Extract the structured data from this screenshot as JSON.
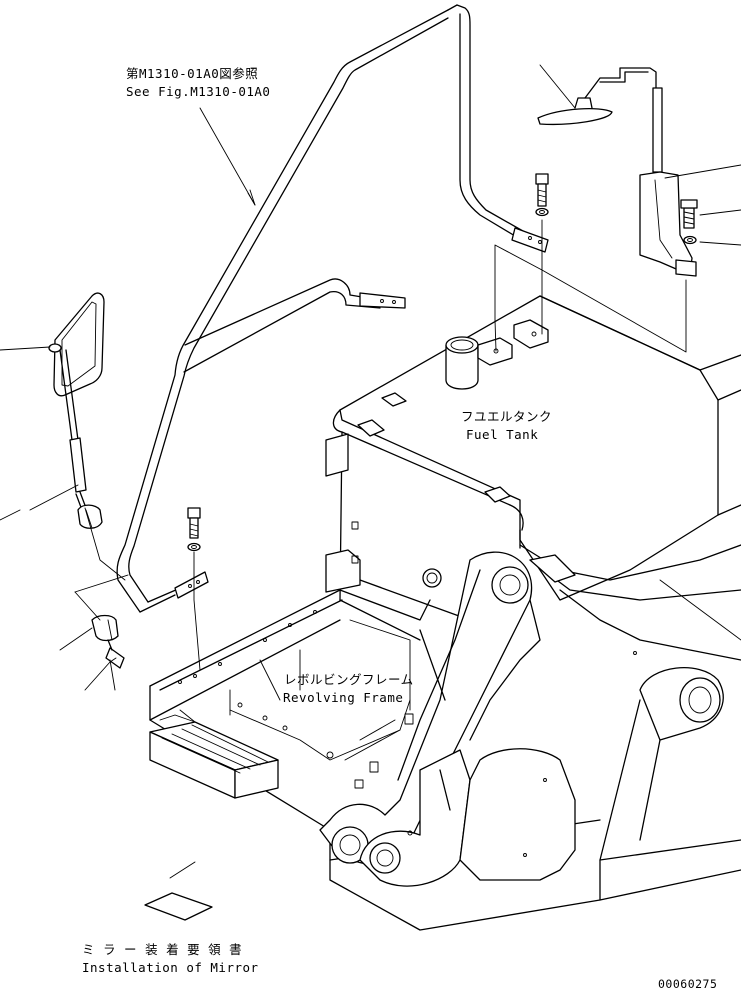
{
  "labels": {
    "see_fig_jp": "第M1310-01A0図参照",
    "see_fig_en": "See Fig.M1310-01A0",
    "fuel_tank_jp": "フユエルタンク",
    "fuel_tank_en": "Fuel Tank",
    "revolving_frame_jp": "レボルビングフレーム",
    "revolving_frame_en": "Revolving Frame",
    "instruction_jp": "ミ ラ ー 装 着 要 領 書",
    "instruction_en": "Installation of Mirror",
    "drawing_number": "00060275"
  }
}
